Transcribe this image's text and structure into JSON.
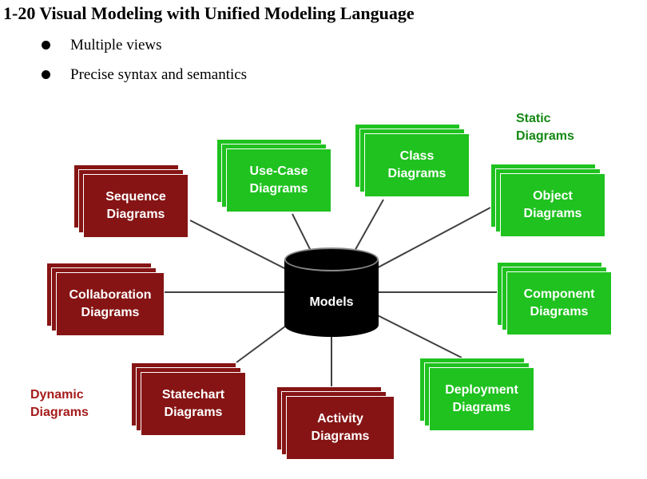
{
  "title": "1-20 Visual Modeling with Unified Modeling Language",
  "bullets": [
    "Multiple views",
    "Precise syntax and semantics"
  ],
  "colors": {
    "static": "#1fc21f",
    "dynamic": "#861414",
    "static_text": "#138813",
    "dynamic_text": "#a51b1b"
  },
  "diagram": {
    "center": {
      "label": "Models"
    },
    "static_label": {
      "line1": "Static",
      "line2": "Diagrams"
    },
    "dynamic_label": {
      "line1": "Dynamic",
      "line2": "Diagrams"
    },
    "nodes": {
      "use_case": {
        "line1": "Use-Case",
        "line2": "Diagrams",
        "kind": "static"
      },
      "class": {
        "line1": "Class",
        "line2": "Diagrams",
        "kind": "static"
      },
      "object": {
        "line1": "Object",
        "line2": "Diagrams",
        "kind": "static"
      },
      "component": {
        "line1": "Component",
        "line2": "Diagrams",
        "kind": "static"
      },
      "deployment": {
        "line1": "Deployment",
        "line2": "Diagrams",
        "kind": "static"
      },
      "sequence": {
        "line1": "Sequence",
        "line2": "Diagrams",
        "kind": "dynamic"
      },
      "collaboration": {
        "line1": "Collaboration",
        "line2": "Diagrams",
        "kind": "dynamic"
      },
      "statechart": {
        "line1": "Statechart",
        "line2": "Diagrams",
        "kind": "dynamic"
      },
      "activity": {
        "line1": "Activity",
        "line2": "Diagrams",
        "kind": "dynamic"
      }
    }
  }
}
